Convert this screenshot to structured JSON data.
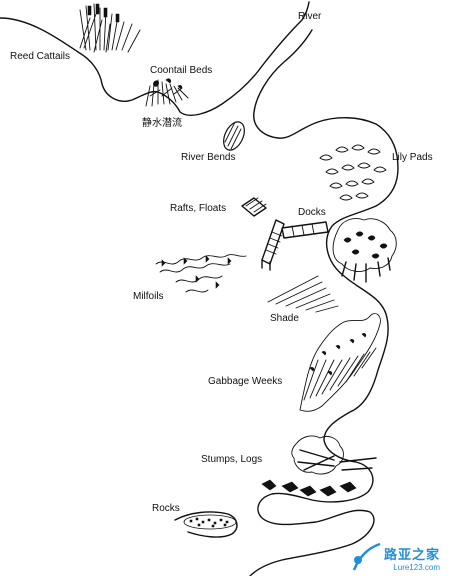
{
  "labels": {
    "reed_cattails": "Reed Cattails",
    "coontail_beds": "Coontail Beds",
    "still_water": "静水潜流",
    "river": "River",
    "river_bends": "River Bends",
    "lily_pads": "Lily Pads",
    "rafts_floats": "Rafts, Floats",
    "docks": "Docks",
    "milfoils": "Milfoils",
    "shade": "Shade",
    "cabbage_weeds": "Gabbage Weeks",
    "stumps_logs": "Stumps, Logs",
    "rocks": "Rocks"
  },
  "watermark": {
    "name": "路亚之家",
    "url": "Lure123.com",
    "accent": "#1f8fd6"
  }
}
